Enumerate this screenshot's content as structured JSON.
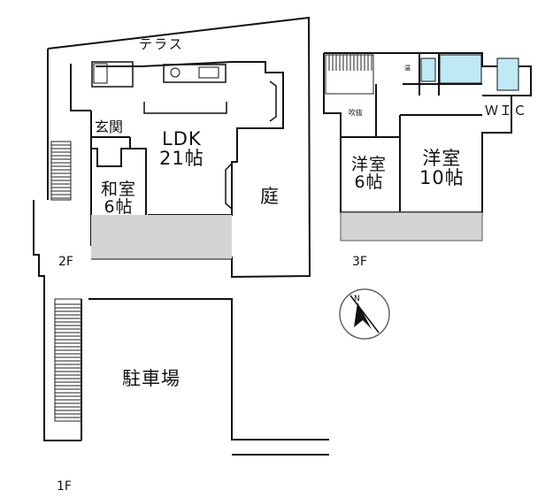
{
  "floors": {
    "f1": {
      "label": "1F",
      "rooms": {
        "parking": "駐車場"
      }
    },
    "f2": {
      "label": "2F",
      "rooms": {
        "terrace": "テラス",
        "entrance": "玄関",
        "ldk": {
          "name": "LDK",
          "size": "21帖"
        },
        "washitsu": {
          "name": "和室",
          "size": "6帖"
        },
        "garden": "庭"
      }
    },
    "f3": {
      "label": "3F",
      "rooms": {
        "void": "吹抜",
        "bath_small": "温",
        "wic": "ＷＩＣ",
        "western_1": {
          "name": "洋室",
          "size": "6帖"
        },
        "western_2": {
          "name": "洋室",
          "size": "10帖"
        }
      }
    }
  },
  "compass": {
    "north_label": "N"
  },
  "colors": {
    "wall": "#111111",
    "balcony": "#d4d4d4",
    "water": "#bfe9f5",
    "stair": "#222222"
  }
}
